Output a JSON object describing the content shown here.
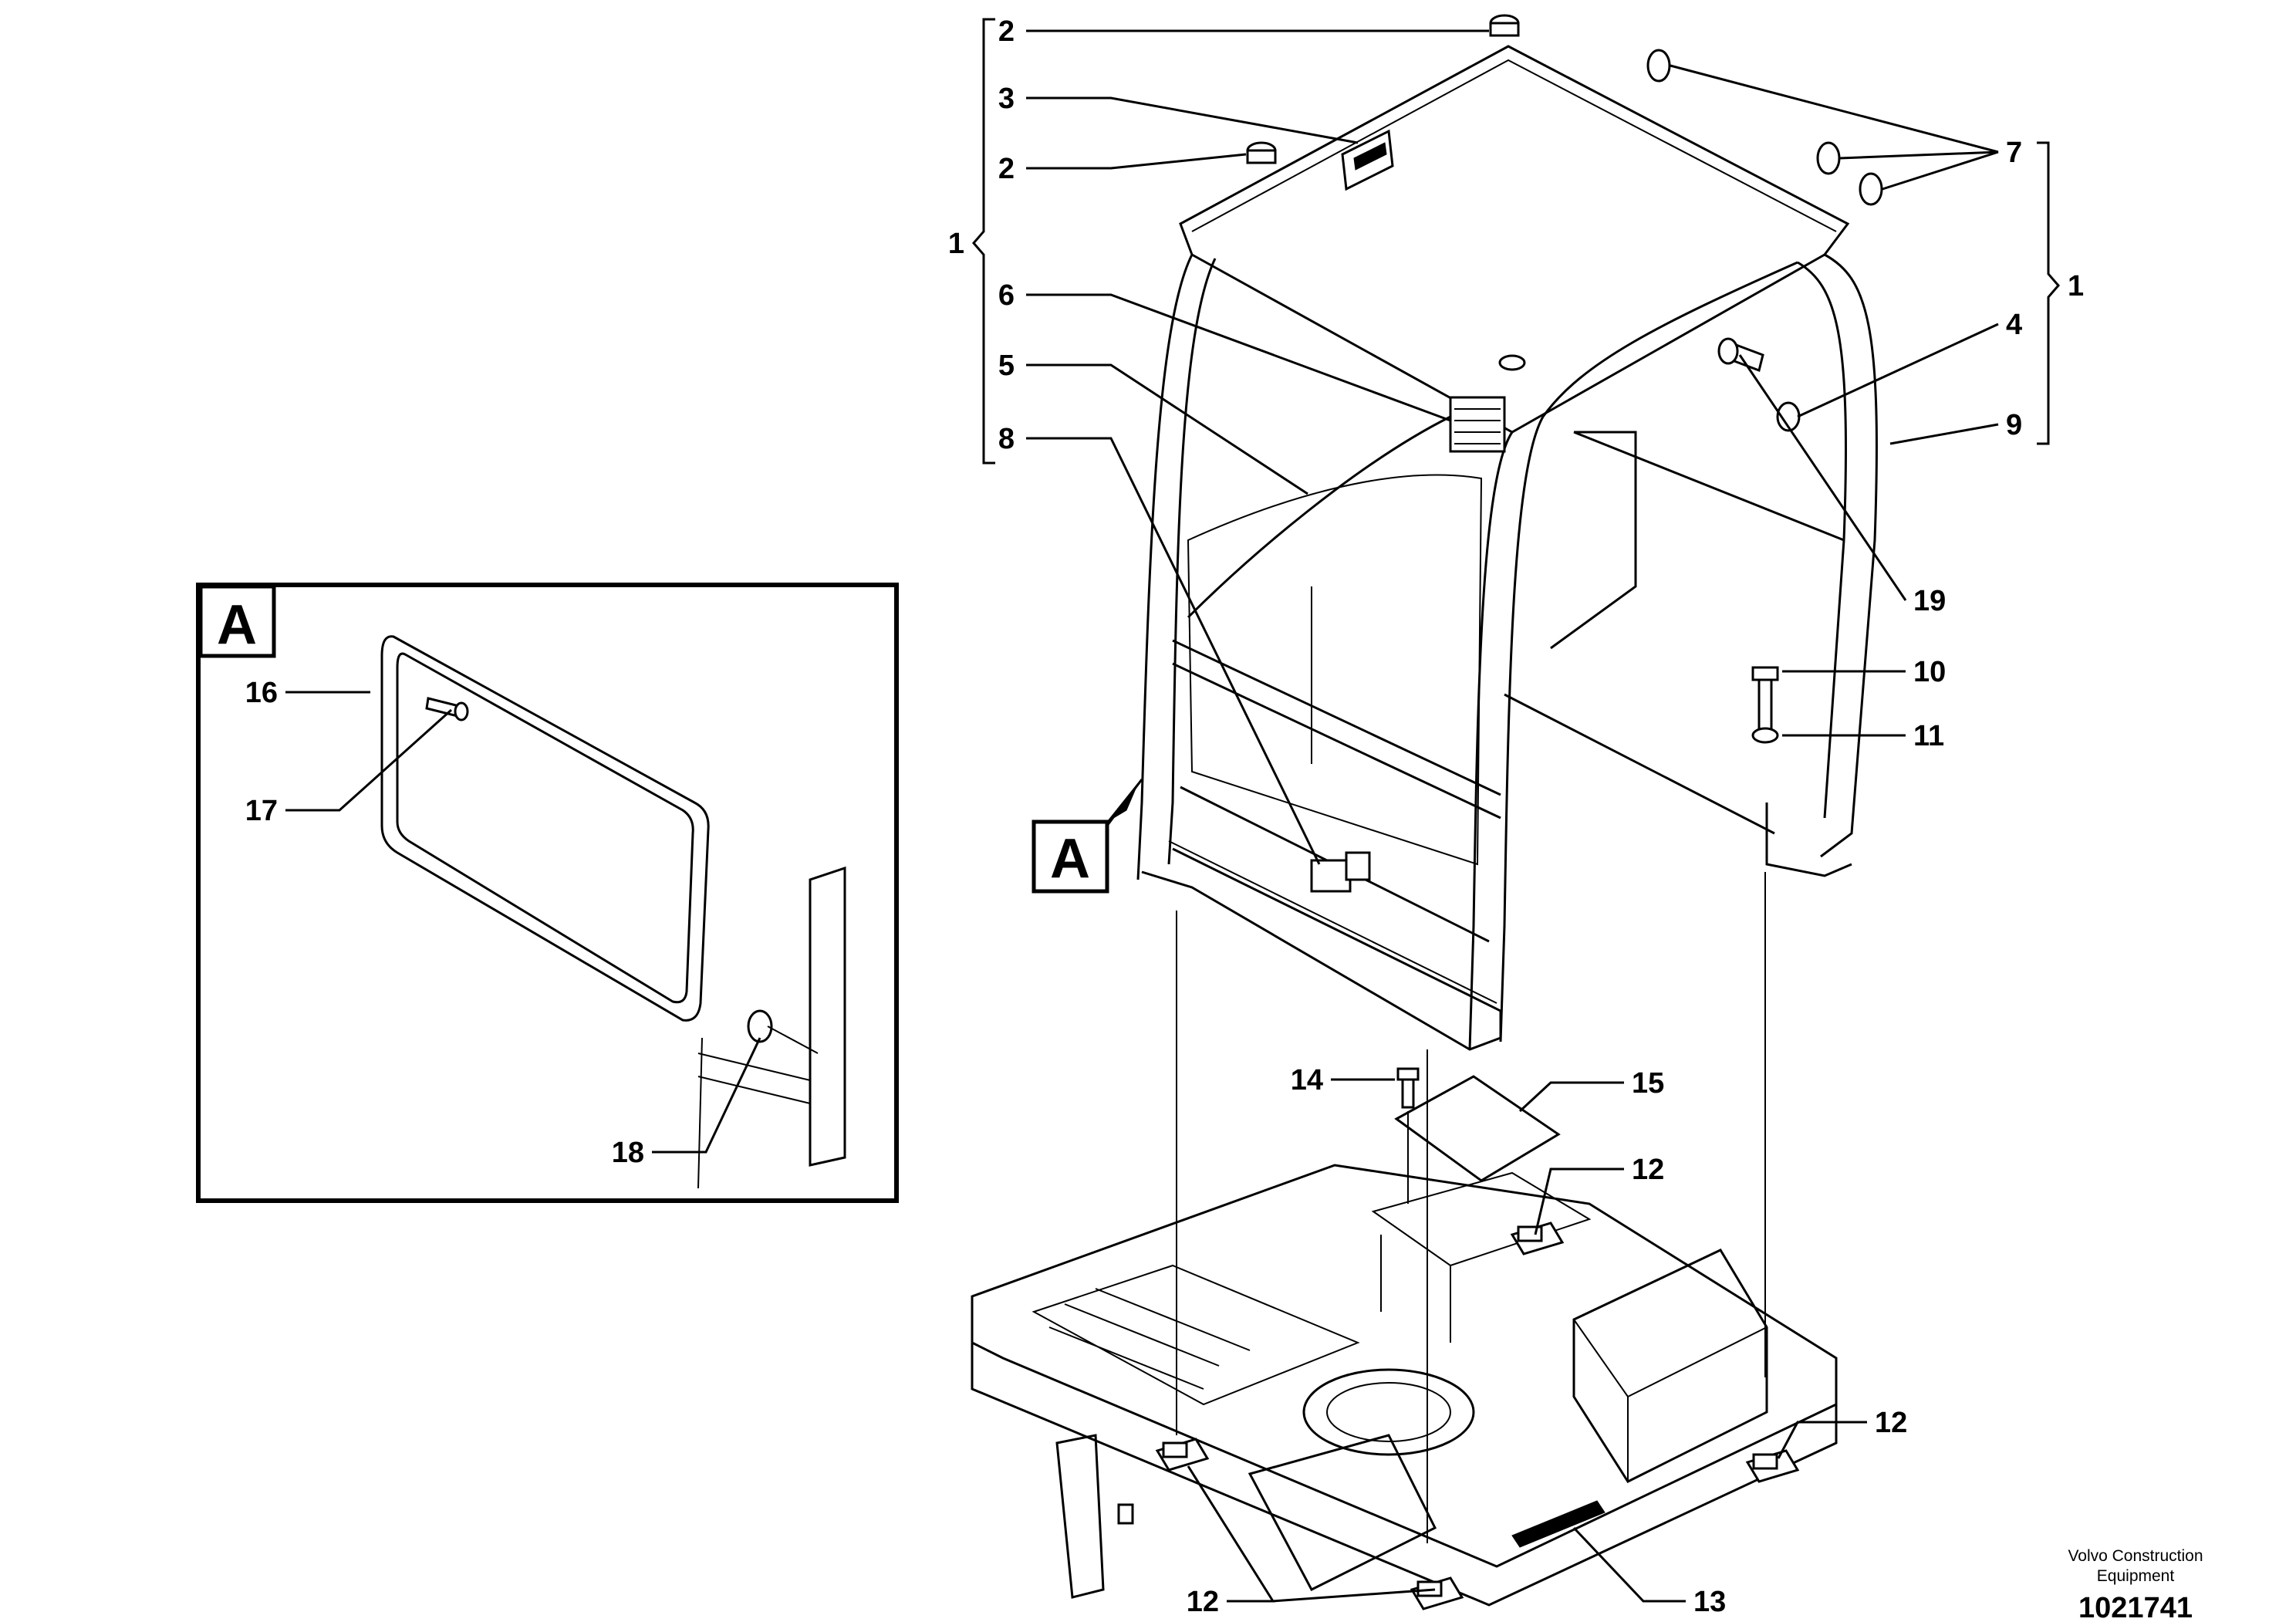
{
  "callouts": {
    "c2_top": "2",
    "c3": "3",
    "c2_mid": "2",
    "c1_left": "1",
    "c6": "6",
    "c5": "5",
    "c8": "8",
    "c7": "7",
    "c1_right": "1",
    "c4": "4",
    "c9": "9",
    "c19": "19",
    "c10": "10",
    "c11": "11",
    "c14": "14",
    "c15": "15",
    "c12_mid": "12",
    "c12_right": "12",
    "c12_bottom": "12",
    "c13": "13",
    "c16": "16",
    "c17": "17",
    "c18": "18"
  },
  "inset": {
    "tag": "A"
  },
  "view_marker": {
    "tag": "A"
  },
  "footer": {
    "company_line1": "Volvo Construction",
    "company_line2": "Equipment",
    "drawing_number": "1021741"
  }
}
